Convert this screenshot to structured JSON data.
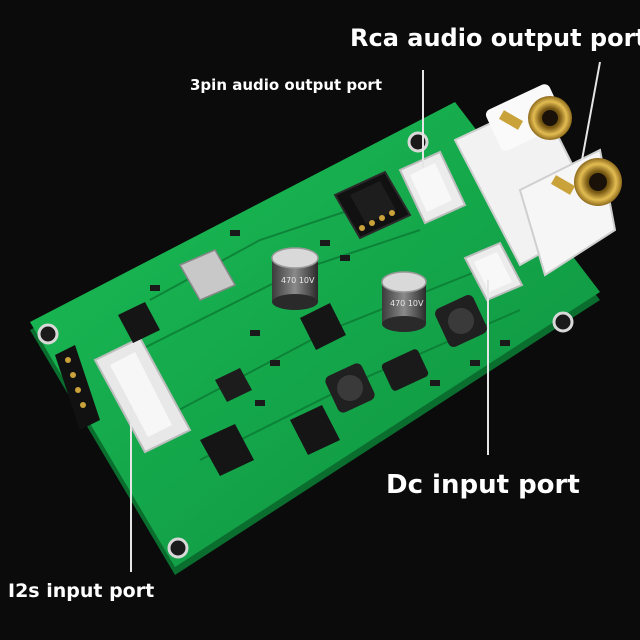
{
  "labels": {
    "rca": "Rca audio output port",
    "three_pin": "3pin audio output port",
    "dc": "Dc input port",
    "i2s": "I2s input port"
  },
  "board_text": {
    "cap1": "470 10V",
    "cap2": "470 10V"
  },
  "colors": {
    "background": "#0b0b0b",
    "pcb": "#12a84a",
    "pcb_dark": "#0c7d35",
    "connector": "#f2f2f2",
    "gold": "#c9a23a",
    "text": "#ffffff"
  }
}
